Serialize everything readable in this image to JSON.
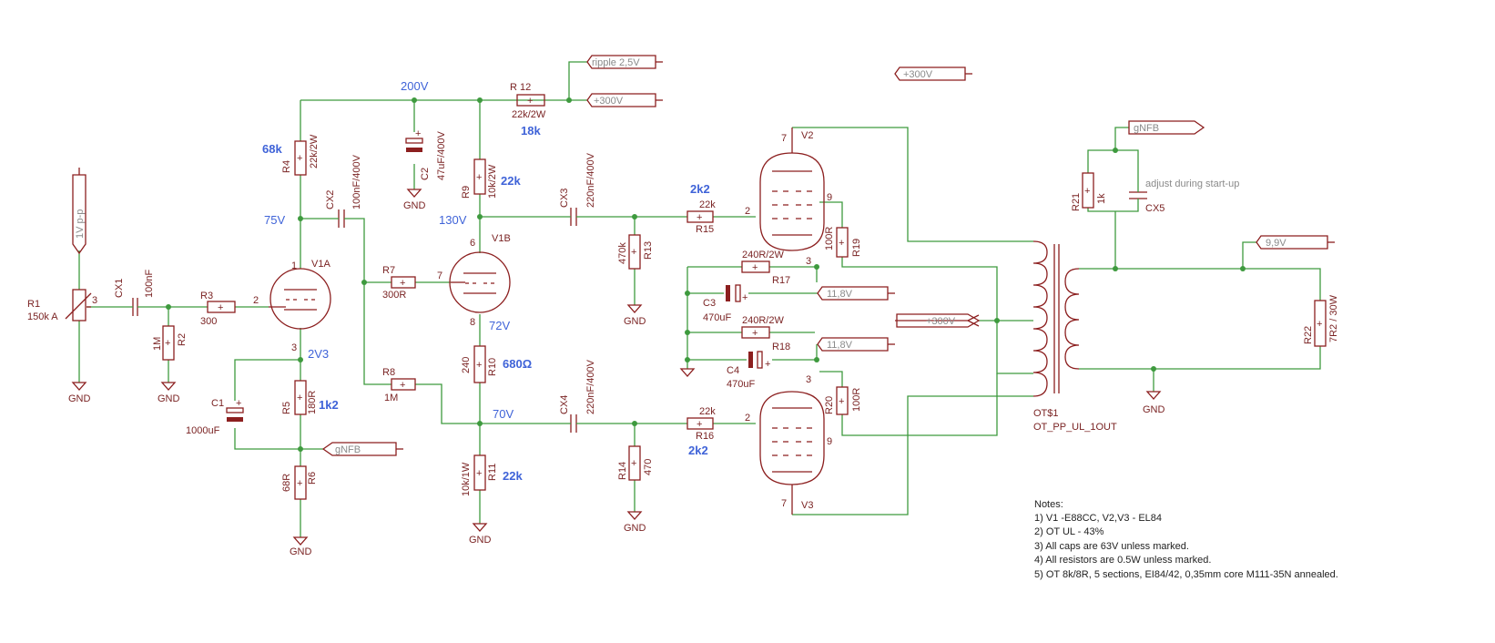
{
  "voltages": {
    "v200": "200V",
    "v75": "75V",
    "v130": "130V",
    "v72": "72V",
    "v70": "70V",
    "v2v3": "2V3"
  },
  "annotations": {
    "a68k": "68k",
    "a22k_r9": "22k",
    "a18k": "18k",
    "a2k2_r15": "2k2",
    "a2k2_r16": "2k2",
    "a1k2": "1k2",
    "a680": "680Ω",
    "a22k_r11": "22k"
  },
  "nets": {
    "ripple": "ripple 2,5V",
    "p300_top": "+300V",
    "p300_free": "+300V",
    "p300_mid": "+300V",
    "gnfb_top": "gNFB",
    "gnfb_bottom": "gNFB",
    "v99": "9,9V",
    "v118a": "11,8V",
    "v118b": "11,8V",
    "input": "1V p-p"
  },
  "parts": {
    "r1_name": "R1",
    "r1_val": "150k A",
    "cx1_name": "CX1",
    "cx1_val": "100nF",
    "r2_name": "R2",
    "r2_val": "1M",
    "r3_name": "R3",
    "r3_val": "300",
    "r4_name": "R4",
    "r4_val": "22k/2W",
    "cx2_name": "CX2",
    "cx2_val": "100nF/400V",
    "c2_name": "C2",
    "c2_val": "47uF/400V",
    "r12_name": "R 12",
    "r12_val": "22k/2W",
    "r9_name": "R9",
    "r9_val": "10k/2W",
    "r7_name": "R7",
    "r7_val": "300R",
    "r8_name": "R8",
    "r8_val": "1M",
    "r5_name": "R5",
    "r5_val": "180R",
    "r6_name": "R6",
    "r6_val": "68R",
    "c1_name": "C1",
    "c1_val": "1000uF",
    "r10_name": "R10",
    "r10_val": "240",
    "r11_name": "R11",
    "r11_val": "10k/1W",
    "cx3_name": "CX3",
    "cx3_val": "220nF/400V",
    "cx4_name": "CX4",
    "cx4_val": "220nF/400V",
    "r13_name": "R13",
    "r13_val": "470k",
    "r14_name": "R14",
    "r14_val": "470",
    "r15_name": "R15",
    "r15_val": "22k",
    "r16_name": "R16",
    "r16_val": "22k",
    "r17_name": "R17",
    "r17_val": "240R/2W",
    "r18_name": "R18",
    "r18_val": "240R/2W",
    "c3_name": "C3",
    "c3_val": "470uF",
    "c4_name": "C4",
    "c4_val": "470uF",
    "r19_name": "R19",
    "r19_val": "100R",
    "r20_name": "R20",
    "r20_val": "100R",
    "r21_name": "R21",
    "r21_val": "1k",
    "cx5_name": "CX5",
    "cx5_note": "adjust during start-up",
    "r22_name": "R22",
    "r22_val": "7R2 / 30W",
    "ot_name": "OT$1",
    "ot_val": "OT_PP_UL_1OUT",
    "v1a": "V1A",
    "v1b": "V1B",
    "v2": "V2",
    "v3": "V3"
  },
  "gnd_label": "GND",
  "pins": {
    "p1": "1",
    "p2": "2",
    "p3": "3",
    "p6": "6",
    "p7": "7",
    "p8": "8",
    "p9": "9"
  },
  "notes": {
    "title": "Notes:",
    "lines": [
      "1) V1 -E88CC, V2,V3 - EL84",
      "2) OT UL - 43%",
      "3) All caps are 63V unless marked.",
      "4) All resistors are 0.5W unless marked.",
      "5) OT 8k/8R, 5 sections, EI84/42, 0,35mm core M111-35N annealed."
    ]
  },
  "colors": {
    "wire": "#3e9a3e",
    "part": "#8c1f1f",
    "annotation": "#3f63d8",
    "net_frame": "#8c1f1f"
  }
}
